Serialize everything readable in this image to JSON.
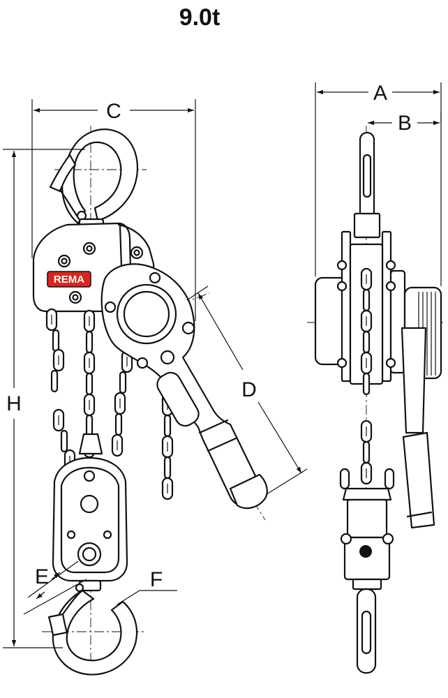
{
  "title": "9.0t",
  "brand": {
    "label": "REMA",
    "color": "#d9261c"
  },
  "dimensions": {
    "A": "A",
    "B": "B",
    "C": "C",
    "D": "D",
    "E": "E",
    "F": "F",
    "H": "H"
  }
}
